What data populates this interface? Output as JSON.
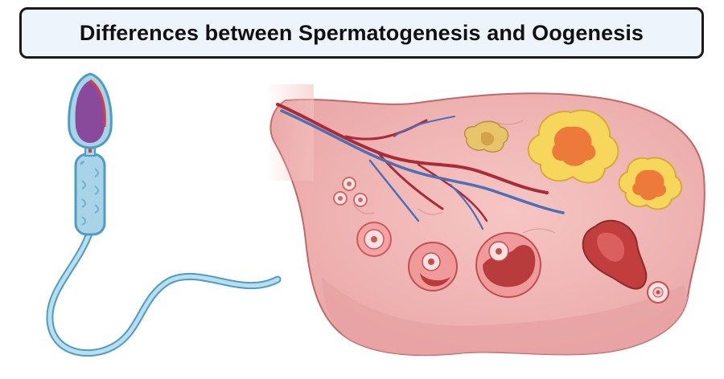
{
  "title": "Differences between Spermatogenesis and Oogenesis",
  "colors": {
    "title_bg": "#eef4fc",
    "title_border": "#1a1a1a",
    "sperm_body": "#a9d3e6",
    "sperm_outline": "#4e9cc2",
    "sperm_head": "#8a4a9c",
    "ovary_tissue": "#f0b8b8",
    "ovary_outline": "#c06868",
    "follicle": "#e8898a",
    "corpus_luteum": "#f7d65c",
    "ruptured_follicle": "#c23d3d",
    "vein": "#4f6fb4",
    "artery": "#a82b3a"
  },
  "illustration": {
    "left_figure": "sperm-cell",
    "right_figure": "ovary-cross-section"
  }
}
